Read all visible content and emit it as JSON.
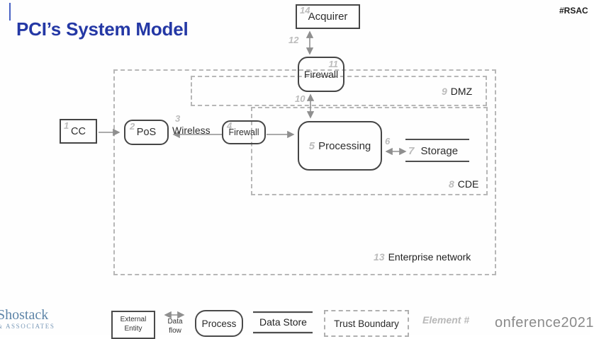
{
  "slide": {
    "title": "PCI’s System Model",
    "hashtag": "#RSAC"
  },
  "diagram": {
    "cc": {
      "number": "1",
      "label": "CC"
    },
    "pos": {
      "number": "2",
      "label": "PoS"
    },
    "wireless_flow": {
      "number": "3",
      "label": "Wireless"
    },
    "firewall_cde": {
      "number": "4",
      "label": "Firewall"
    },
    "processing": {
      "number": "5",
      "label": "Processing"
    },
    "flow_processing_storage": {
      "number": "6"
    },
    "storage": {
      "number": "7",
      "label": "Storage"
    },
    "cde_boundary": {
      "number": "8",
      "label": "CDE"
    },
    "dmz_boundary": {
      "number": "9",
      "label": "DMZ"
    },
    "flow_firewall_processing": {
      "number": "10"
    },
    "firewall_dmz": {
      "number": "11",
      "label": "Firewall"
    },
    "flow_acquirer_firewall": {
      "number": "12"
    },
    "enterprise_boundary": {
      "number": "13",
      "label": "Enterprise network"
    },
    "acquirer": {
      "number": "14",
      "label": "Acquirer"
    }
  },
  "legend": {
    "external_entity": {
      "line1": "External",
      "line2": "Entity"
    },
    "data_flow": {
      "line1": "Data",
      "line2": "flow"
    },
    "process": {
      "label": "Process"
    },
    "data_store": {
      "label": "Data Store"
    },
    "trust_boundary": {
      "label": "Trust Boundary"
    },
    "element_number": {
      "label": "Element #"
    }
  },
  "footer": {
    "logo_title": "Shostack",
    "logo_subtitle": "& ASSOCIATES",
    "conference_text": "onference2021"
  },
  "colors": {
    "title_blue": "#2438a5",
    "number_gray": "#bcbcbc",
    "line_gray": "#8f8f8f",
    "boundary_dash_gray": "#b7b7b7"
  }
}
